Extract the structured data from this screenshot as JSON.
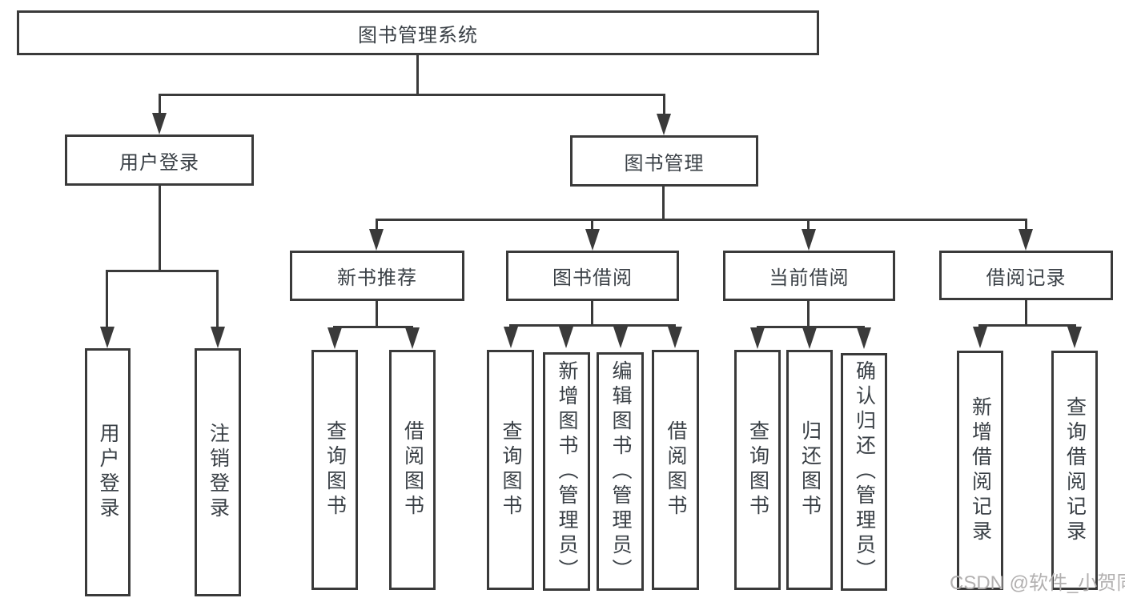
{
  "diagram": {
    "type": "hierarchy-tree",
    "orientation": "top-down",
    "colors": {
      "background": "#ffffff",
      "line": "#3a3a3a",
      "box_border": "#3a3a3a",
      "box_fill": "#ffffff",
      "text": "#3a4046",
      "watermark": "#b2b0b0"
    }
  },
  "watermark": "CSDN @软件_小贺同学",
  "tree": {
    "label": "图书管理系统",
    "children": [
      {
        "label": "用户登录",
        "children": [
          {
            "label": "用户登录"
          },
          {
            "label": "注销登录"
          }
        ]
      },
      {
        "label": "图书管理",
        "children": [
          {
            "label": "新书推荐",
            "children": [
              {
                "label": "查询图书"
              },
              {
                "label": "借阅图书"
              }
            ]
          },
          {
            "label": "图书借阅",
            "children": [
              {
                "label": "查询图书"
              },
              {
                "label": "新增图书（管理员）"
              },
              {
                "label": "编辑图书（管理员）"
              },
              {
                "label": "借阅图书"
              }
            ]
          },
          {
            "label": "当前借阅",
            "children": [
              {
                "label": "查询图书"
              },
              {
                "label": "归还图书"
              },
              {
                "label": "确认归还（管理员）"
              }
            ]
          },
          {
            "label": "借阅记录",
            "children": [
              {
                "label": "新增借阅记录"
              },
              {
                "label": "查询借阅记录"
              }
            ]
          }
        ]
      }
    ]
  }
}
